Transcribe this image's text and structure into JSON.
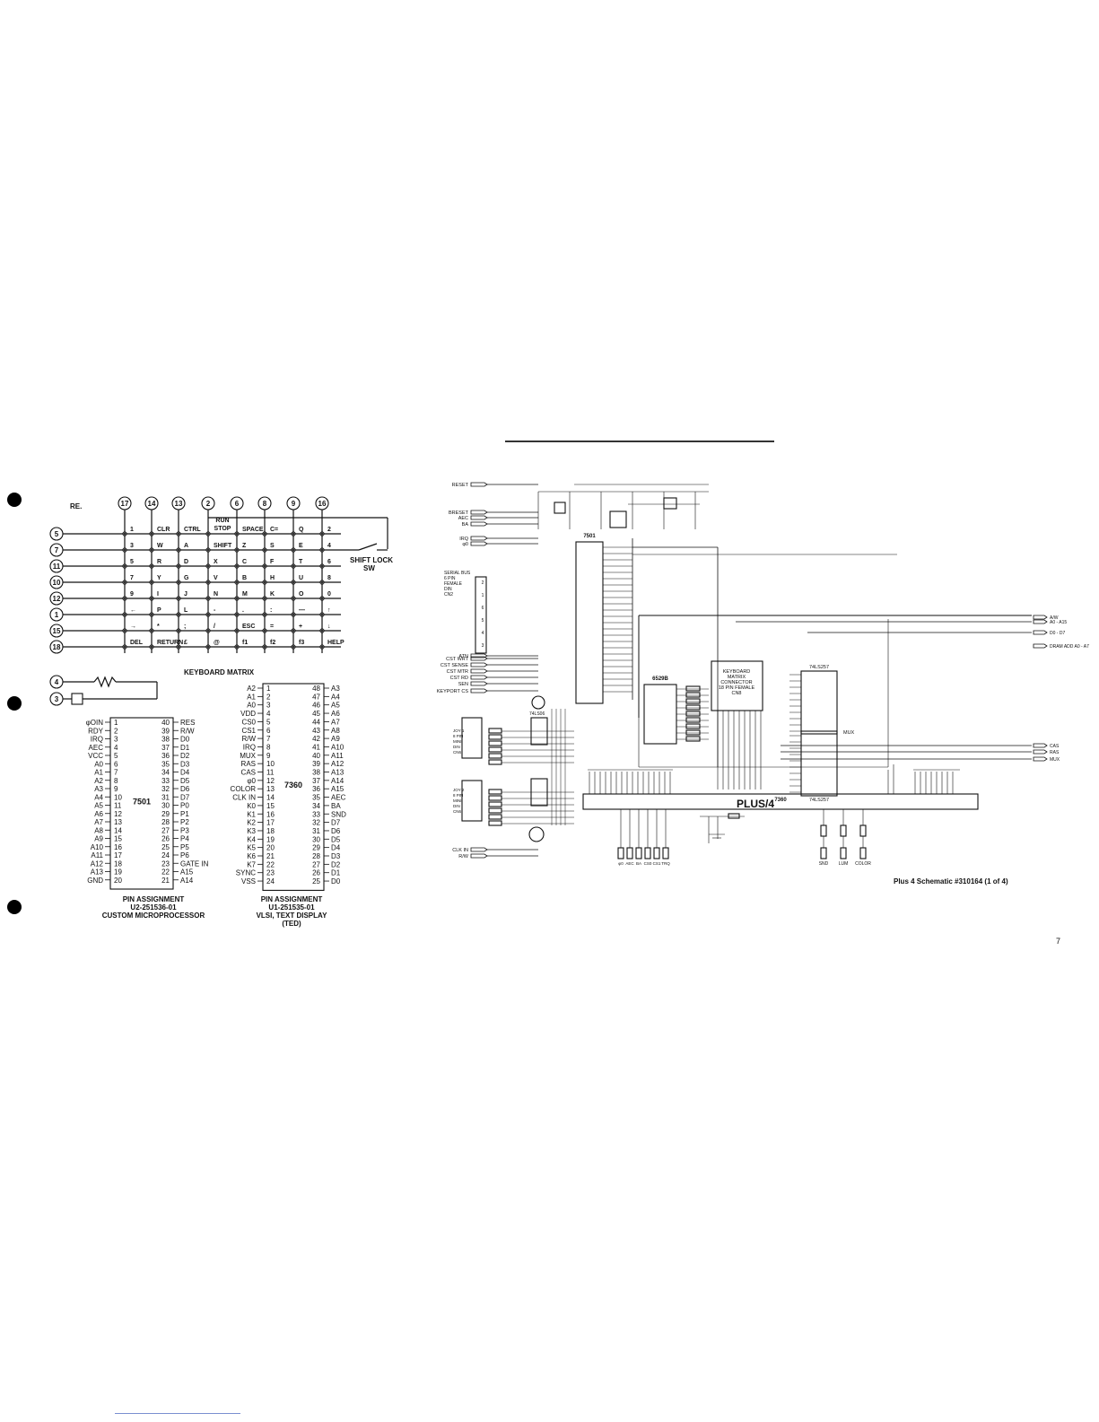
{
  "header": {
    "re": "RE."
  },
  "keyboard": {
    "title": "KEYBOARD MATRIX",
    "column_pins": [
      "17",
      "14",
      "13",
      "2",
      "6",
      "8",
      "9",
      "16"
    ],
    "row_pins": [
      "5",
      "7",
      "11",
      "10",
      "12",
      "1",
      "15",
      "18"
    ],
    "rows": [
      [
        "1",
        "CLR",
        "CTRL",
        "RUN STOP",
        "SPACE",
        "C=",
        "Q",
        "2"
      ],
      [
        "3",
        "W",
        "A",
        "SHIFT",
        "Z",
        "S",
        "E",
        "4"
      ],
      [
        "5",
        "R",
        "D",
        "X",
        "C",
        "F",
        "T",
        "6"
      ],
      [
        "7",
        "Y",
        "G",
        "V",
        "B",
        "H",
        "U",
        "8"
      ],
      [
        "9",
        "I",
        "J",
        "N",
        "M",
        "K",
        "O",
        "0"
      ],
      [
        "←",
        "P",
        "L",
        "-",
        ".",
        ":",
        "—",
        "↑"
      ],
      [
        "→",
        "*",
        ";",
        "/",
        "ESC",
        "=",
        "+",
        "↓"
      ],
      [
        "DEL",
        "RETURN",
        "£",
        "@",
        "f1",
        "f2",
        "f3",
        "HELP"
      ]
    ],
    "shift_lock": "SHIFT LOCK SW",
    "extra_pins": [
      "4",
      "3"
    ]
  },
  "chip7501": {
    "name": "7501",
    "left": [
      [
        "φOIN",
        "1"
      ],
      [
        "RDY",
        "2"
      ],
      [
        "IRQ",
        "3"
      ],
      [
        "AEC",
        "4"
      ],
      [
        "VCC",
        "5"
      ],
      [
        "A0",
        "6"
      ],
      [
        "A1",
        "7"
      ],
      [
        "A2",
        "8"
      ],
      [
        "A3",
        "9"
      ],
      [
        "A4",
        "10"
      ],
      [
        "A5",
        "11"
      ],
      [
        "A6",
        "12"
      ],
      [
        "A7",
        "13"
      ],
      [
        "A8",
        "14"
      ],
      [
        "A9",
        "15"
      ],
      [
        "A10",
        "16"
      ],
      [
        "A11",
        "17"
      ],
      [
        "A12",
        "18"
      ],
      [
        "A13",
        "19"
      ],
      [
        "GND",
        "20"
      ]
    ],
    "right": [
      [
        "40",
        "RES"
      ],
      [
        "39",
        "R/W"
      ],
      [
        "38",
        "D0"
      ],
      [
        "37",
        "D1"
      ],
      [
        "36",
        "D2"
      ],
      [
        "35",
        "D3"
      ],
      [
        "34",
        "D4"
      ],
      [
        "33",
        "D5"
      ],
      [
        "32",
        "D6"
      ],
      [
        "31",
        "D7"
      ],
      [
        "30",
        "P0"
      ],
      [
        "29",
        "P1"
      ],
      [
        "28",
        "P2"
      ],
      [
        "27",
        "P3"
      ],
      [
        "26",
        "P4"
      ],
      [
        "25",
        "P5"
      ],
      [
        "24",
        "P6"
      ],
      [
        "23",
        "GATE IN"
      ],
      [
        "22",
        "A15"
      ],
      [
        "21",
        "A14"
      ]
    ],
    "caption": [
      "PIN ASSIGNMENT",
      "U2-251536-01",
      "CUSTOM MICROPROCESSOR"
    ]
  },
  "chip7360": {
    "name": "7360",
    "left": [
      [
        "A2",
        "1"
      ],
      [
        "A1",
        "2"
      ],
      [
        "A0",
        "3"
      ],
      [
        "VDD",
        "4"
      ],
      [
        "CS0",
        "5"
      ],
      [
        "CS1",
        "6"
      ],
      [
        "R/W",
        "7"
      ],
      [
        "IRQ",
        "8"
      ],
      [
        "MUX",
        "9"
      ],
      [
        "RAS",
        "10"
      ],
      [
        "CAS",
        "11"
      ],
      [
        "φ0",
        "12"
      ],
      [
        "COLOR",
        "13"
      ],
      [
        "CLK IN",
        "14"
      ],
      [
        "K0",
        "15"
      ],
      [
        "K1",
        "16"
      ],
      [
        "K2",
        "17"
      ],
      [
        "K3",
        "18"
      ],
      [
        "K4",
        "19"
      ],
      [
        "K5",
        "20"
      ],
      [
        "K6",
        "21"
      ],
      [
        "K7",
        "22"
      ],
      [
        "SYNC",
        "23"
      ],
      [
        "VSS",
        "24"
      ]
    ],
    "right": [
      [
        "48",
        "A3"
      ],
      [
        "47",
        "A4"
      ],
      [
        "46",
        "A5"
      ],
      [
        "45",
        "A6"
      ],
      [
        "44",
        "A7"
      ],
      [
        "43",
        "A8"
      ],
      [
        "42",
        "A9"
      ],
      [
        "41",
        "A10"
      ],
      [
        "40",
        "A11"
      ],
      [
        "39",
        "A12"
      ],
      [
        "38",
        "A13"
      ],
      [
        "37",
        "A14"
      ],
      [
        "36",
        "A15"
      ],
      [
        "35",
        "AEC"
      ],
      [
        "34",
        "BA"
      ],
      [
        "33",
        "SND"
      ],
      [
        "32",
        "D7"
      ],
      [
        "31",
        "D6"
      ],
      [
        "30",
        "D5"
      ],
      [
        "29",
        "D4"
      ],
      [
        "28",
        "D3"
      ],
      [
        "27",
        "D2"
      ],
      [
        "26",
        "D1"
      ],
      [
        "25",
        "D0"
      ]
    ],
    "caption": [
      "PIN ASSIGNMENT",
      "U1-251535-01",
      "VLSI, TEXT DISPLAY",
      "(TED)"
    ]
  },
  "schematic": {
    "left_signals": [
      "RESET",
      "BRESET",
      "AEC",
      "BA",
      "IRQ",
      "φ0",
      "ATN",
      "CST WRT",
      "CST SENSE",
      "CST MTR",
      "CST RD",
      "SEN",
      "KEYPORT CS",
      "CLK IN",
      "R/W"
    ],
    "serial_bus": [
      "SERIAL BUS",
      "6 PIN",
      "FEMALE",
      "DIN",
      "CN2"
    ],
    "right_signals": [
      "A/W",
      "A0 - A15",
      "D0 - D7",
      "DRAM ADD A0 - A7",
      "CAS",
      "RAS",
      "MUX"
    ],
    "u2_label": "7501",
    "u1_label": "7360",
    "brand": "PLUS/4",
    "chip_6529": "6529B",
    "keyboard_conn": [
      "KEYBOARD",
      "MATRIX",
      "CONNECTOR",
      "18 PIN FEMALE",
      "CN8"
    ],
    "ls_top": "74LS257",
    "ls_bottom": "74LS257",
    "mux_label": "MUX",
    "outputs": [
      "SND",
      "LUM",
      "COLOR"
    ],
    "bottom_signals": [
      "φ0",
      "AEC",
      "BA",
      "CS0",
      "CS1",
      "TRQ"
    ],
    "joy1": [
      "JOY 1",
      "8 PIN",
      "MINI",
      "DIN",
      "CN6"
    ],
    "joy2": [
      "JOY 2",
      "8 PIN",
      "MINI",
      "DIN",
      "CN6"
    ],
    "ls7406": "74LS06"
  },
  "caption": "Plus 4 Schematic #310164 (1 of 4)",
  "page_number": "7"
}
